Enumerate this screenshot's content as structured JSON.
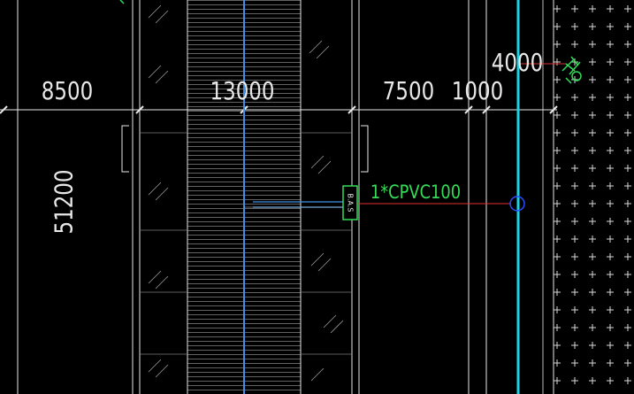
{
  "drawing": {
    "background": "#000000",
    "colors": {
      "line_white": "#e8e8e8",
      "line_grey": "#9a9a9a",
      "pipe_cyan": "#19d3e6",
      "pipe_blue": "#3d8fe8",
      "leader_red": "#e03030",
      "label_green": "#33dd55",
      "well_blue": "#2a4dff"
    },
    "dimensions": [
      {
        "id": "dim-8500",
        "text": "8500"
      },
      {
        "id": "dim-13000",
        "text": "13000"
      },
      {
        "id": "dim-7500",
        "text": "7500"
      },
      {
        "id": "dim-1000",
        "text": "1000"
      },
      {
        "id": "dim-4000",
        "text": "4000"
      },
      {
        "id": "dim-51200",
        "text": "51200"
      }
    ],
    "pipe_label": "1*CPVC100",
    "tank_label": "B.A.S",
    "icons": {
      "well": "inspection-well-circle-icon",
      "tree": "shrub-symbol-icon",
      "landscape": "plus-hatch-pattern"
    }
  }
}
